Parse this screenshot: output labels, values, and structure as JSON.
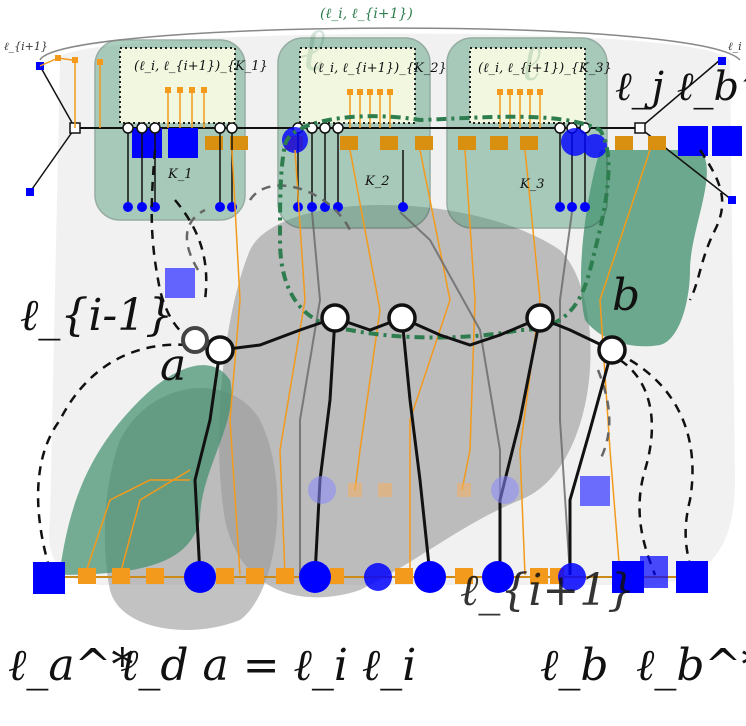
{
  "labels": {
    "top_center": "(ℓ_i, ℓ_{i+1})",
    "top_left": "ℓ_{i+1}",
    "top_right": "ℓ_i",
    "top_right_big": "ℓ_j ℓ_b^*",
    "box_k1": "(ℓ_i, ℓ_{i+1})_{K_1}",
    "box_k2": "(ℓ_i, ℓ_{i+1})_{K_2}",
    "box_k3": "(ℓ_i, ℓ_{i+1})_{K_3}",
    "k1": "K_1",
    "k2": "K_2",
    "k3": "K_3",
    "l_i_minus_1": "ℓ_{i-1}",
    "a": "a",
    "b": "b",
    "bottom_la_star": "ℓ_a^*",
    "bottom_ld_eq_li": "ℓ_d a = ℓ_i ℓ_i",
    "bottom_lb": "ℓ_b",
    "bottom_lb_star": "ℓ_b^*",
    "l_i_plus_1_bottom": "ℓ_{i+1}"
  },
  "colors": {
    "green": "#3f8f6b",
    "green_fill": "#4c9a78",
    "gray": "#9b9b9b",
    "orange": "#f39a1c",
    "blue": "#0000ff",
    "black": "#000000"
  }
}
